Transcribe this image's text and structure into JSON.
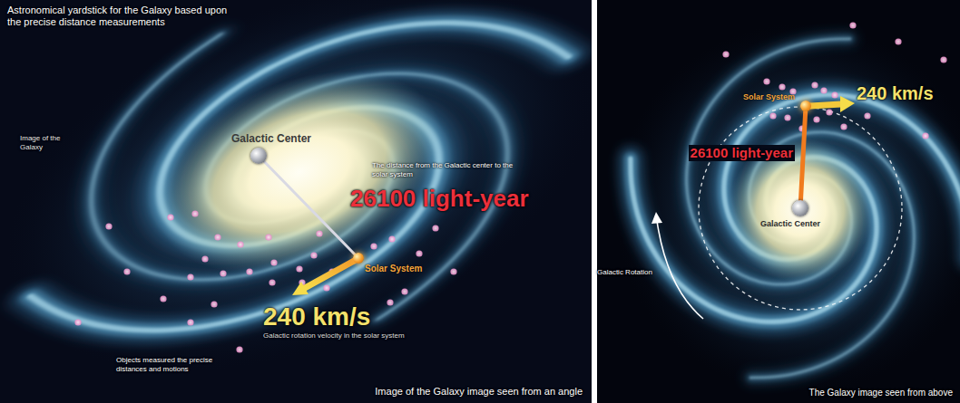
{
  "diagram": {
    "title": "Astronomical yardstick for the Galaxy based upon the precise distance measurements",
    "nodes": [
      {
        "text": [
          "Galactic Center"
        ]
      },
      {
        "text": [
          "Solar System"
        ]
      },
      {
        "text": [
          "Solar System"
        ]
      },
      {
        "text": [
          "Galactic Center"
        ]
      }
    ],
    "edges": [
      {
        "from": 0,
        "to": 1,
        "arrow": "none"
      },
      {
        "from": 2,
        "to": 3,
        "arrow": "none"
      }
    ],
    "labels": [
      "Image of the Galaxy",
      "The distance from the Galactic center to the solar system",
      "26100 light-year",
      "240 km/s",
      "Objects measured the precise distances and motions",
      "Galactic rotation velocity in the solar system",
      "Image of the Galaxy image seen from an angle",
      "240 km/s",
      "26100 light-year",
      "Galactic Rotation",
      "The Galaxy image seen from above"
    ]
  }
}
